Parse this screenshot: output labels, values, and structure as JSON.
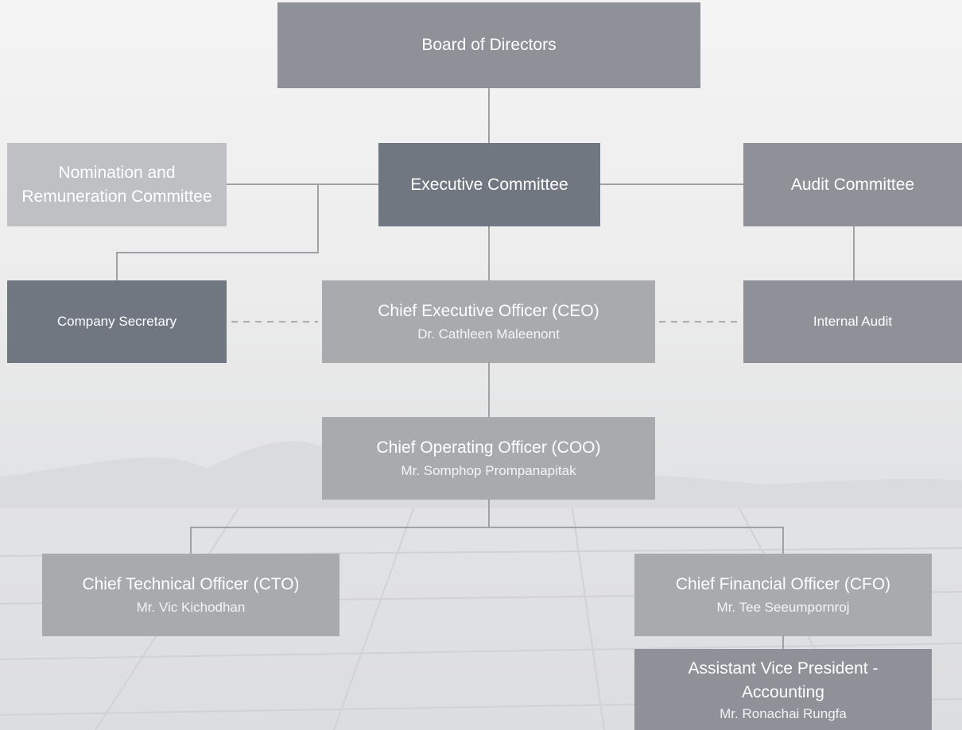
{
  "chart": {
    "board": {
      "title": "Board of Directors"
    },
    "nomination": {
      "title_line1": "Nomination and",
      "title_line2": "Remuneration Committee"
    },
    "executive": {
      "title": "Executive Committee"
    },
    "audit": {
      "title": "Audit Committee"
    },
    "secretary": {
      "title": "Company Secretary"
    },
    "ceo": {
      "title": "Chief Executive Officer (CEO)",
      "name": "Dr. Cathleen Maleenont"
    },
    "internal_audit": {
      "title": "Internal Audit"
    },
    "coo": {
      "title": "Chief Operating Officer (COO)",
      "name": "Mr. Somphop Prompanapitak"
    },
    "cto": {
      "title": "Chief Technical Officer (CTO)",
      "name": "Mr. Vic Kichodhan"
    },
    "cfo": {
      "title": "Chief Financial Officer (CFO)",
      "name": "Mr. Tee Seeumpornroj"
    },
    "avp": {
      "title_line1": "Assistant Vice President -",
      "title_line2": "Accounting",
      "name": "Mr. Ronachai Rungfa"
    }
  },
  "colors": {
    "dark": "#717780",
    "mid": "#8e9197",
    "light": "#a8aaae",
    "pale": "#bfc0c4",
    "connector": "#9fa1a5"
  }
}
